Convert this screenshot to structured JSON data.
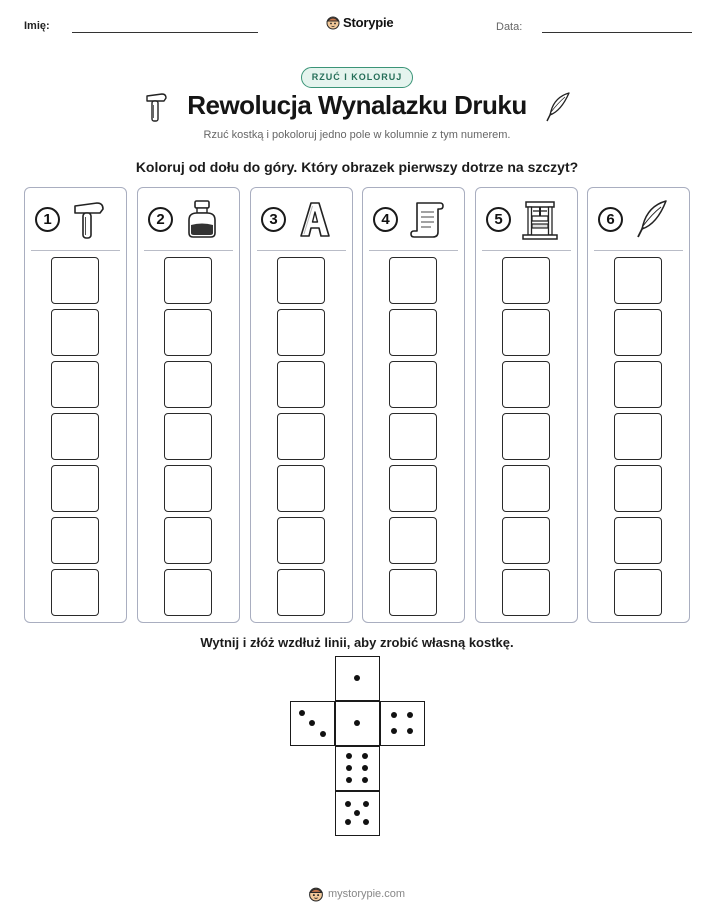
{
  "header": {
    "name_label": "Imię:",
    "date_label": "Data:",
    "brand": "Storypie",
    "brand_icon": "pie-mascot-icon"
  },
  "badge": "RZUĆ I KOLORUJ",
  "title": "Rewolucja Wynalazku Druku",
  "title_icons": [
    "hammer-icon",
    "quill-icon"
  ],
  "subtitle": "Rzuć kostką i pokoloruj jedno pole w kolumnie z tym numerem.",
  "instruction": "Koloruj od dołu do góry. Który obrazek pierwszy dotrze na szczyt?",
  "columns": [
    {
      "number": "1",
      "icon": "hammer-icon",
      "cells": 7
    },
    {
      "number": "2",
      "icon": "ink-bottle-icon",
      "cells": 7
    },
    {
      "number": "3",
      "icon": "letter-a-icon",
      "cells": 7
    },
    {
      "number": "4",
      "icon": "scroll-icon",
      "cells": 7
    },
    {
      "number": "5",
      "icon": "printing-press-icon",
      "cells": 7
    },
    {
      "number": "6",
      "icon": "quill-icon",
      "cells": 7
    }
  ],
  "die": {
    "instruction": "Wytnij i złóż wzdłuż linii, aby zrobić własną kostkę.",
    "faces": [
      1,
      3,
      1,
      4,
      6,
      5
    ]
  },
  "footer": {
    "text": "mystorypie.com",
    "icon": "pie-mascot-icon"
  },
  "colors": {
    "badge_border": "#3a9477",
    "badge_bg": "#e5f4ee",
    "column_border": "#a9aec0"
  }
}
